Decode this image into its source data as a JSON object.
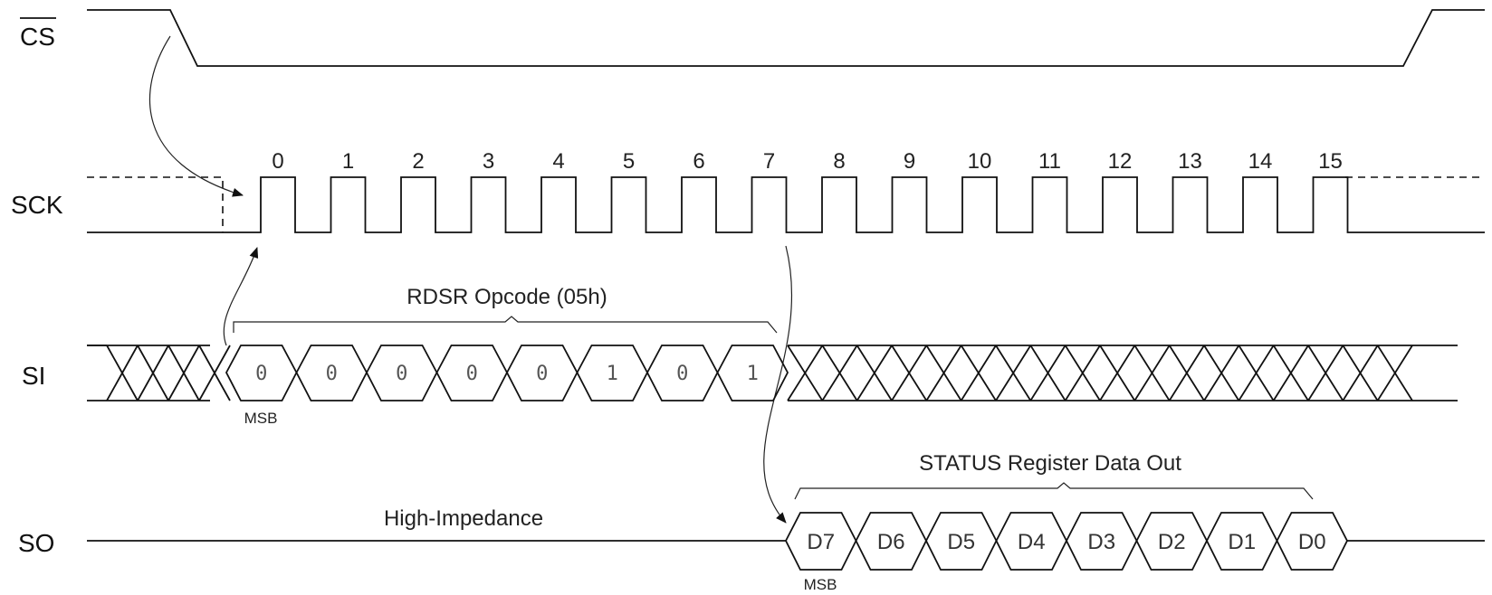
{
  "signals": {
    "cs": "CS",
    "sck": "SCK",
    "si": "SI",
    "so": "SO"
  },
  "clock_labels": [
    "0",
    "1",
    "2",
    "3",
    "4",
    "5",
    "6",
    "7",
    "8",
    "9",
    "10",
    "11",
    "12",
    "13",
    "14",
    "15"
  ],
  "si_label": "RDSR Opcode (05h)",
  "si_bits": [
    "0",
    "0",
    "0",
    "0",
    "0",
    "1",
    "0",
    "1"
  ],
  "si_msb": "MSB",
  "so_label": "STATUS Register Data Out",
  "so_hiz": "High-Impedance",
  "so_bits": [
    "D7",
    "D6",
    "D5",
    "D4",
    "D3",
    "D2",
    "D1",
    "D0"
  ],
  "so_msb": "MSB"
}
